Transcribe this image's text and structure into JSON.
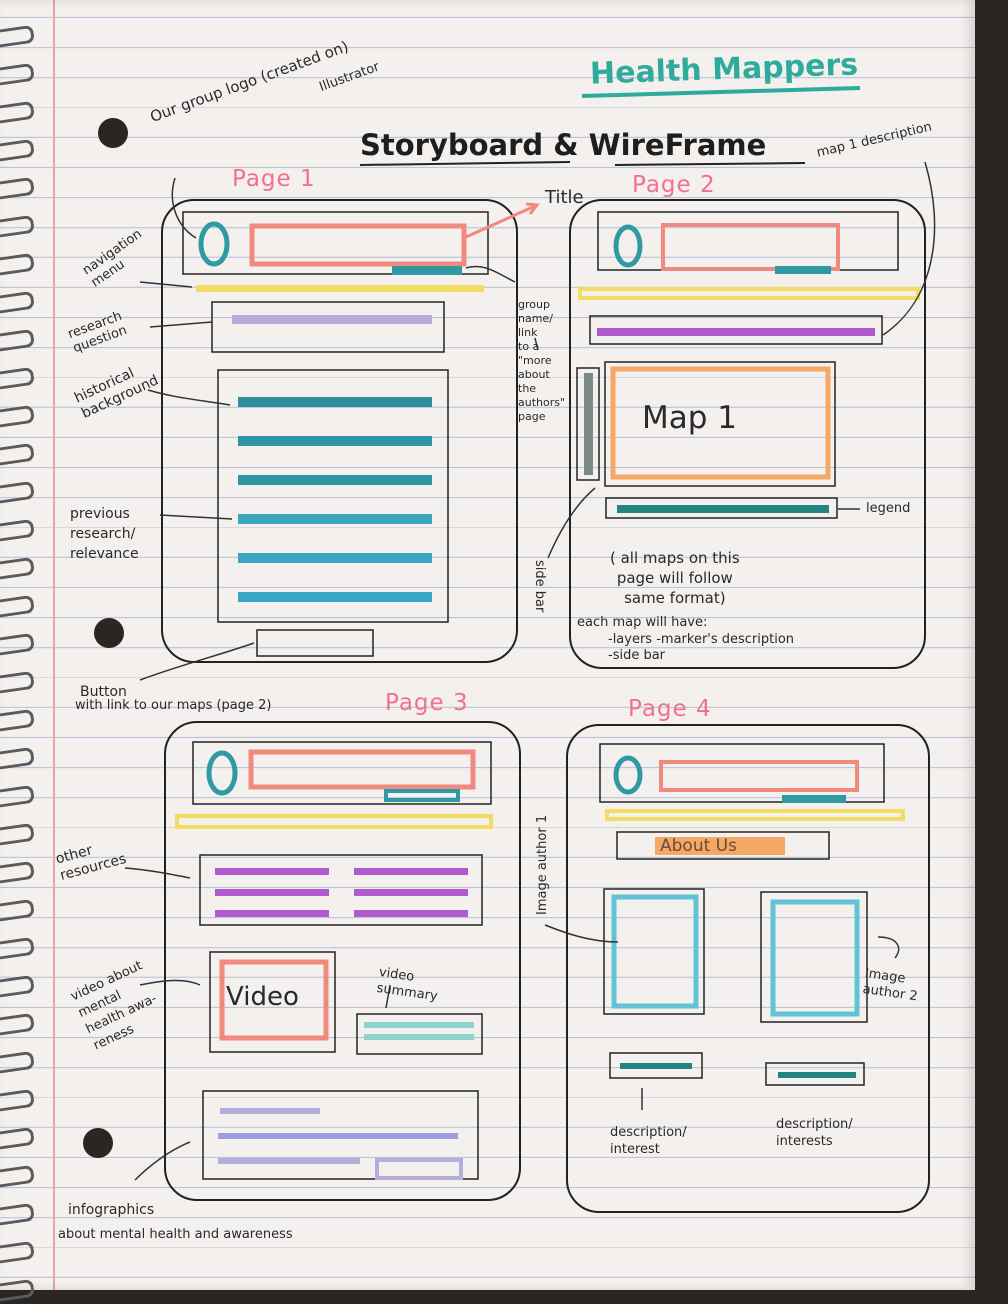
{
  "header": {
    "brand": "Health Mappers",
    "title": "Storyboard & WireFrame"
  },
  "pages": {
    "p1": "Page 1",
    "p2": "Page 2",
    "p3": "Page 3",
    "p4": "Page 4"
  },
  "annotations": {
    "logo_note": "Our group logo (created on)",
    "logo_note_sub": "Illustrator",
    "title_arrow": "Title",
    "map1_desc": "map 1 description",
    "nav_menu": "navigation\nmenu",
    "research_question": "research\nquestion",
    "historical_background": "historical\nbackground",
    "previous_research": "previous\nresearch/\nrelevance",
    "group_name_link": "group\nname/\nlink\nto a\n\"more\nabout\nthe\nauthors\"\npage",
    "side_bar": "side bar",
    "legend": "legend",
    "all_maps_note": "( all maps  on this\npage will follow\nsame  format)",
    "each_map_note": "each map will have:",
    "each_map_items": "-layers       -marker's description\n-side bar",
    "button_note": "Button",
    "button_note_sub": "with link to our maps (page 2)",
    "other_resources": "other\nresources",
    "video_about": "video about\nmental\nhealth awa-\nreness",
    "video_summary": "video\nsummary",
    "infographics": "infographics",
    "infographics_sub": "about mental  health  and awareness",
    "image_author1": "Image author 1",
    "image_author2": "Image\nauthor 2",
    "desc_interest1": "description/\ninterest",
    "desc_interest2": "description/\ninterests"
  },
  "wireframe_labels": {
    "logo_glyph": "0",
    "map1": "Map 1",
    "video": "Video",
    "about_us": "About Us"
  },
  "colors": {
    "teal": "#2f9aa4",
    "salmon": "#f08a7e",
    "yellow": "#f3dc62",
    "lavender": "#b5aedb",
    "purple": "#b05ad0",
    "orange": "#f5a766",
    "cyan": "#62c3d4",
    "pink_title": "#f2708c",
    "brand_teal": "#2eab9d"
  }
}
